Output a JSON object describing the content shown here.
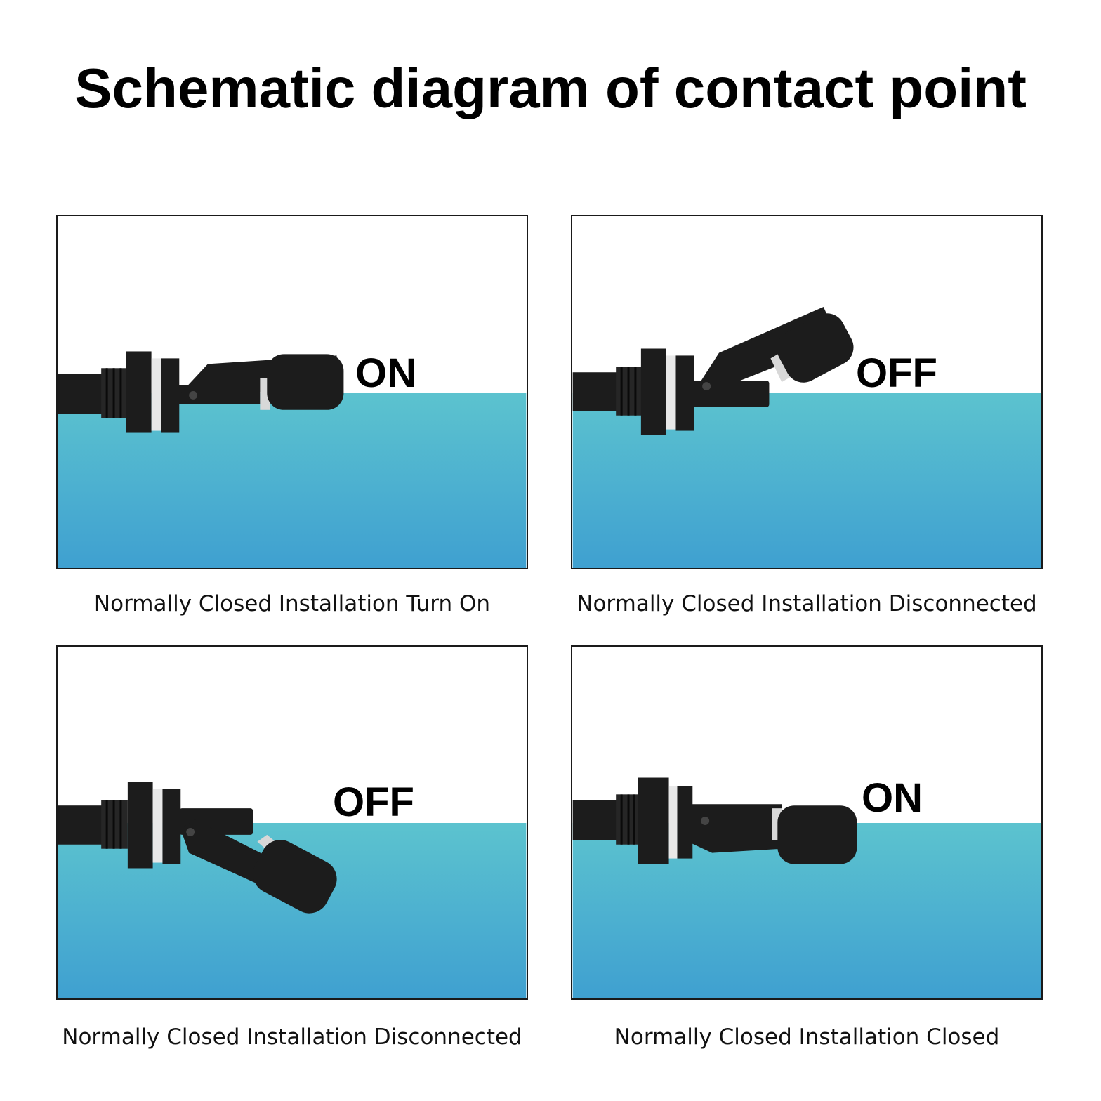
{
  "title": "Schematic diagram of contact point",
  "colors": {
    "water_top": "#5cc3cf",
    "water_bottom": "#3fa0d0",
    "switch_body": "#1c1c1c",
    "seal": "#e8e8e8"
  },
  "panels": [
    {
      "state": "ON",
      "caption": "Normally Closed Installation Turn On",
      "float": "level"
    },
    {
      "state": "OFF",
      "caption": "Normally Closed Installation Disconnected",
      "float": "raised"
    },
    {
      "state": "OFF",
      "caption": "Normally Closed Installation Disconnected",
      "float": "lowered"
    },
    {
      "state": "ON",
      "caption": "Normally Closed Installation Closed",
      "float": "level"
    }
  ]
}
